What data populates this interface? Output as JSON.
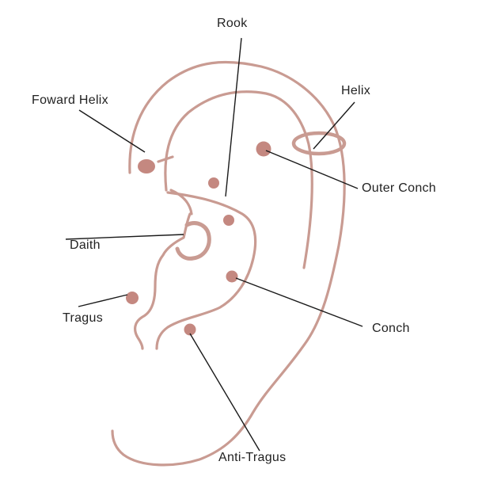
{
  "colors": {
    "ear_stroke": "#c99b92",
    "dot": "#c48880",
    "leader": "#1a1a1a",
    "label_text": "#222222",
    "background": "#ffffff"
  },
  "labels": {
    "rook": "Rook",
    "forward_helix": "Foward Helix",
    "helix": "Helix",
    "outer_conch": "Outer Conch",
    "daith": "Daith",
    "tragus": "Tragus",
    "conch": "Conch",
    "anti_tragus": "Anti-Tragus"
  }
}
